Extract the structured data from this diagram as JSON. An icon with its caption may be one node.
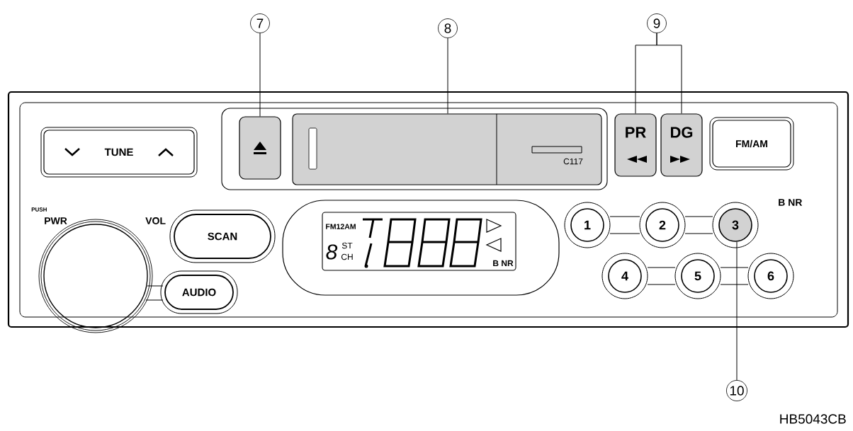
{
  "diagram": {
    "nodes": [
      {
        "text": [
          "7"
        ]
      },
      {
        "text": [
          "8"
        ]
      },
      {
        "text": [
          "9"
        ]
      },
      {
        "text": [
          "TUNE"
        ]
      },
      {
        "text": [],
        "shape": "box"
      },
      {
        "text": [
          "C117"
        ]
      },
      {
        "text": [
          "PR"
        ]
      },
      {
        "text": [
          "DG"
        ]
      },
      {
        "text": [
          "FM/AM"
        ]
      },
      {
        "text": [],
        "shape": "circle"
      },
      {
        "text": [
          "SCAN"
        ]
      },
      {
        "text": [
          "FM12AM",
          "8",
          "ST",
          "CH",
          "B NR"
        ]
      },
      {
        "text": [
          "1"
        ]
      },
      {
        "text": [
          "2"
        ]
      },
      {
        "text": [
          "3"
        ]
      },
      {
        "text": [
          "AUDIO"
        ]
      },
      {
        "text": [
          "4"
        ]
      },
      {
        "text": [
          "5"
        ]
      },
      {
        "text": [
          "6"
        ]
      },
      {
        "text": [
          "10"
        ]
      }
    ],
    "edges": [
      {
        "from": 0,
        "to": 4,
        "arrow": "none"
      },
      {
        "from": 1,
        "to": 5,
        "arrow": "none"
      },
      {
        "from": 2,
        "to": 6,
        "arrow": "none"
      },
      {
        "from": 2,
        "to": 7,
        "arrow": "none"
      },
      {
        "from": 19,
        "to": 14,
        "arrow": "none"
      }
    ],
    "labels": [
      "PUSH",
      "PWR",
      "VOL",
      "B NR",
      "HB5043CB"
    ]
  }
}
